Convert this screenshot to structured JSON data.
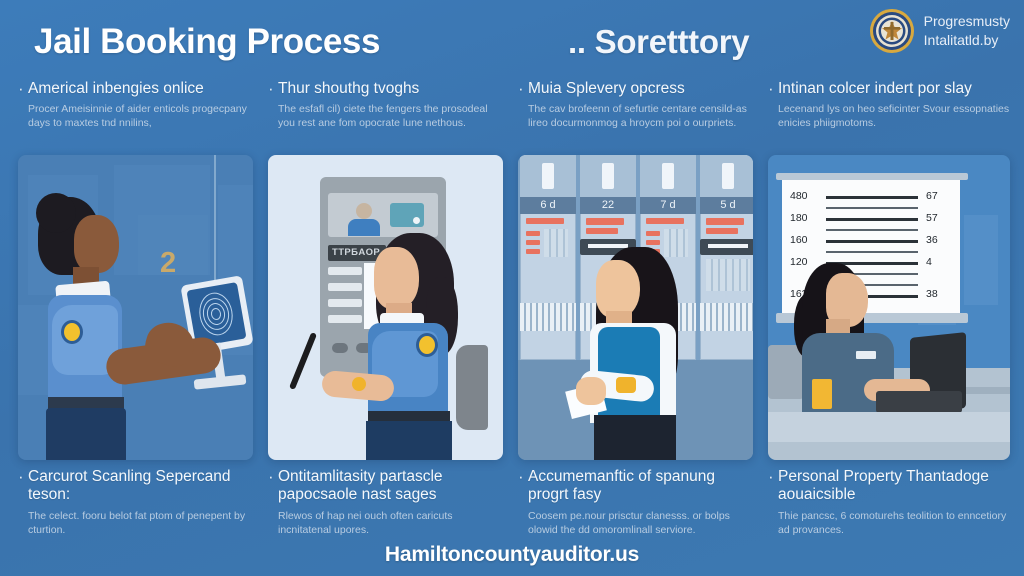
{
  "header": {
    "title": "Jail Booking Process",
    "subtitle": ".. Soretttory",
    "brand": {
      "seal_icon": "government-seal-icon",
      "line1": "Progresmusty",
      "line2": "Intalitatld.by"
    }
  },
  "columns": [
    {
      "top_heading": "Americal inbengies onlice",
      "top_body": "Procer Ameisinnie of aider enticols progecpany days to maxtes tnd nnilins,",
      "bottom_heading": "Carcurot Scanling Sepercand teson:",
      "bottom_body": "The celect. fooru belot fat ptom of penepent by cturtion.",
      "illustration": {
        "name": "fingerprint-scanning-officer",
        "number_tag": "2"
      }
    },
    {
      "top_heading": "Thur shouthg tvoghs",
      "top_body": "The esfafl cil) ciete the fengers the prosodeal you rest ane fom opocrate lune nethous.",
      "bottom_heading": "Ontitamlitasity partascle papocsaole nast sages",
      "bottom_body": "Rlewos of hap nei ouch often caricuts incnitatenal upores.",
      "illustration": {
        "name": "booking-kiosk-officer",
        "screen_label": "TTPБAOP"
      }
    },
    {
      "top_heading": "Muia Splevery opcress",
      "top_body": "The cav brofeenn of sefurtie centare censild-as lireo docurmonmog a hroycm poi o ourpriets.",
      "bottom_heading": "Accumemanftic of spanung progrt fasy",
      "bottom_body": "Coosem pe.nour prisctur clanesss. or bolps olowid the dd omoromlinall serviore.",
      "illustration": {
        "name": "records-cabinets-staff",
        "cabinet_labels": [
          "6 d",
          "22",
          "7 d",
          "5 d"
        ]
      }
    },
    {
      "top_heading": "Intinan colcer indert por slay",
      "top_body": "Lecenand lys on heo seficinter Svour essopnaties enicies phiigmotoms.",
      "bottom_heading": "Personal Property Thantadoge aouaicsible",
      "bottom_body": "Thie pancsc, 6 comoturehs teolition to enncetiory ad provances.",
      "illustration": {
        "name": "mugshot-height-chart-desk",
        "height_chart_left": [
          "480",
          "180",
          "160",
          "120",
          "162"
        ],
        "height_chart_right": [
          "67",
          "57",
          "36",
          "4",
          "38"
        ]
      }
    }
  ],
  "footer": {
    "website": "Hamiltoncountyauditor.us"
  },
  "colors": {
    "background_blue": "#3b77b4",
    "accent_gold": "#c9a96a",
    "badge_yellow": "#f2c12e",
    "seal_gold": "#d8a93f",
    "text_white": "#ffffff",
    "text_muted": "#c3d4e6"
  }
}
